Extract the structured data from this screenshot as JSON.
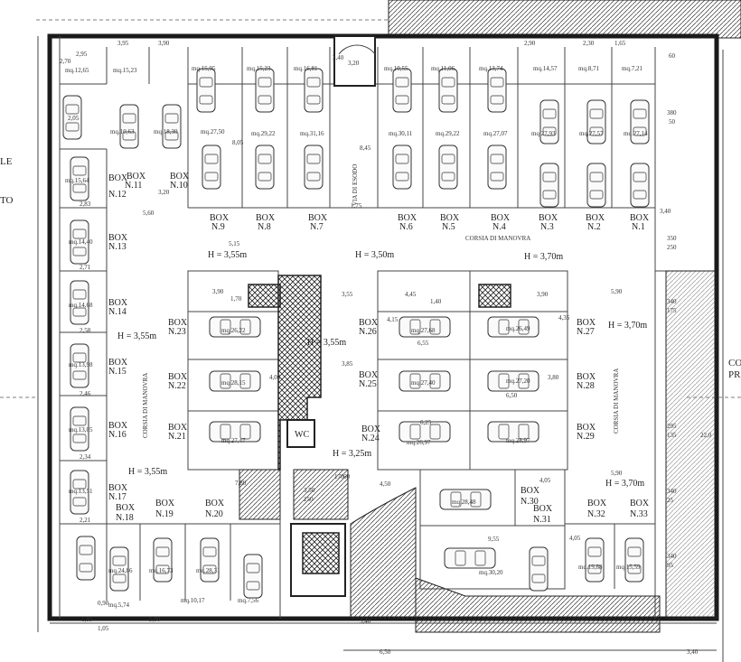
{
  "plan": {
    "boxes_top": [
      {
        "box": "BOX",
        "num": "N.9",
        "area": "mq.27,50"
      },
      {
        "box": "BOX",
        "num": "N.8",
        "area": "mq.29,22"
      },
      {
        "box": "BOX",
        "num": "N.7",
        "area": "mq.31,16"
      },
      {
        "box": "BOX",
        "num": "N.6",
        "area": "mq.30,11"
      },
      {
        "box": "BOX",
        "num": "N.5",
        "area": "mq.29,22"
      },
      {
        "box": "BOX",
        "num": "N.4",
        "area": "mq.27,07"
      },
      {
        "box": "BOX",
        "num": "N.3",
        "area": "mq.27,93"
      },
      {
        "box": "BOX",
        "num": "N.2",
        "area": "mq.27,57"
      },
      {
        "box": "BOX",
        "num": "N.1",
        "area": "mq.27,14"
      }
    ],
    "top_small_areas": [
      "mq.12,65",
      "mq.15,23",
      "mq.15,05",
      "mq.15,23",
      "mq.16,81",
      "mq.10,55",
      "mq.11,06",
      "mq.13,74",
      "mq.14,57",
      "mq.8,71",
      "mq.7,21"
    ],
    "box_11": {
      "box": "BOX",
      "num": "N.11",
      "area": "mq.10,63"
    },
    "box_10": {
      "box": "BOX",
      "num": "N.10",
      "area": "mq.18,30"
    },
    "box_12": {
      "box": "BOX",
      "num": "N.12",
      "area": "mq.15,64"
    },
    "left_boxes": [
      {
        "box": "BOX",
        "num": "N.13",
        "area": "mq.14,40"
      },
      {
        "box": "BOX",
        "num": "N.14",
        "area": "mq.14,68"
      },
      {
        "box": "BOX",
        "num": "N.15",
        "area": "mq.13,98"
      },
      {
        "box": "BOX",
        "num": "N.16",
        "area": "mq.13,05"
      },
      {
        "box": "BOX",
        "num": "N.17",
        "area": "mq.13,51"
      }
    ],
    "center_left_boxes": [
      {
        "box": "BOX",
        "num": "N.23",
        "area": "mq.26,22"
      },
      {
        "box": "BOX",
        "num": "N.22",
        "area": "mq.28,15"
      },
      {
        "box": "BOX",
        "num": "N.21",
        "area": "mq.27,47"
      }
    ],
    "center_right_boxes": [
      {
        "box": "BOX",
        "num": "N.26",
        "area": "mq.27,68",
        "num2": "N.27",
        "area2": "mq.26,49"
      },
      {
        "box": "BOX",
        "num": "N.25",
        "area": "mq.27,40",
        "num2": "N.28",
        "area2": "mq.27,20"
      },
      {
        "box": "BOX",
        "num": "N.24",
        "area": "mq.26,97",
        "num2": "N.29",
        "area2": "mq.28,97"
      }
    ],
    "bottom_boxes": [
      {
        "box": "BOX",
        "num": "N.18",
        "area": "mq.24,86"
      },
      {
        "box": "BOX",
        "num": "N.19",
        "area": "mq.16,73"
      },
      {
        "box": "BOX",
        "num": "N.20",
        "area": "mq.28,31"
      },
      {
        "box": "BOX",
        "num": "N.30",
        "area": "mq.28,48"
      },
      {
        "box": "BOX",
        "num": "N.31",
        "area": "mq.30,20"
      },
      {
        "box": "BOX",
        "num": "N.32",
        "area": "mq.19,88"
      },
      {
        "box": "BOX",
        "num": "N.33",
        "area": "mq.15,59"
      }
    ],
    "bottom_small_areas": [
      "mq.5,74",
      "mq.10,17",
      "mq.7,56"
    ],
    "heights": [
      "H = 3,55m",
      "H = 3,50m",
      "H = 3,70m",
      "H = 3,55m",
      "H = 3,55m",
      "H = 3,70m",
      "H = 3,25m",
      "H = 3,55m",
      "H = 3,70m"
    ],
    "corsia_top": "CORSIA DI MANOVRA",
    "corsia_left": "CORSIA DI MANOVRA",
    "corsia_right": "CORSIA DI MANOVRA",
    "via_di_esodo": "VIA DI ESODO",
    "wc": "WC",
    "edge_left_1": "LE",
    "edge_left_2": "TO",
    "edge_right_1": "CO",
    "edge_right_2": "PR",
    "dims": [
      "2,95",
      "3,95",
      "3,90",
      "2,70",
      "2,90",
      "2,30",
      "1,65",
      "3,40",
      "3,20",
      "60",
      "380",
      "50",
      "8,05",
      "8,45",
      "5,60",
      "3,20",
      "1,75",
      "5,15",
      "3,40",
      "350",
      "250",
      "3,90",
      "1,70",
      "3,55",
      "4,45",
      "1,40",
      "3,90",
      "5,90",
      "340",
      "175",
      "6,55",
      "4,15",
      "4,35",
      "6,50",
      "3,85",
      "295",
      "135",
      "22,0",
      "6,25",
      "3,80",
      "4,00",
      "7,80",
      "3,50",
      "250",
      "170",
      "60",
      "4,50",
      "5,90",
      "4,05",
      "340",
      "25",
      "9,55",
      "4,05",
      "340",
      "95",
      "1,85",
      "5,80",
      "1,05",
      "3,40",
      "6,50",
      "3,40",
      "2,71",
      "2,83",
      "2,58",
      "2,46",
      "2,34",
      "2,21",
      "2,05",
      "0,90"
    ]
  }
}
